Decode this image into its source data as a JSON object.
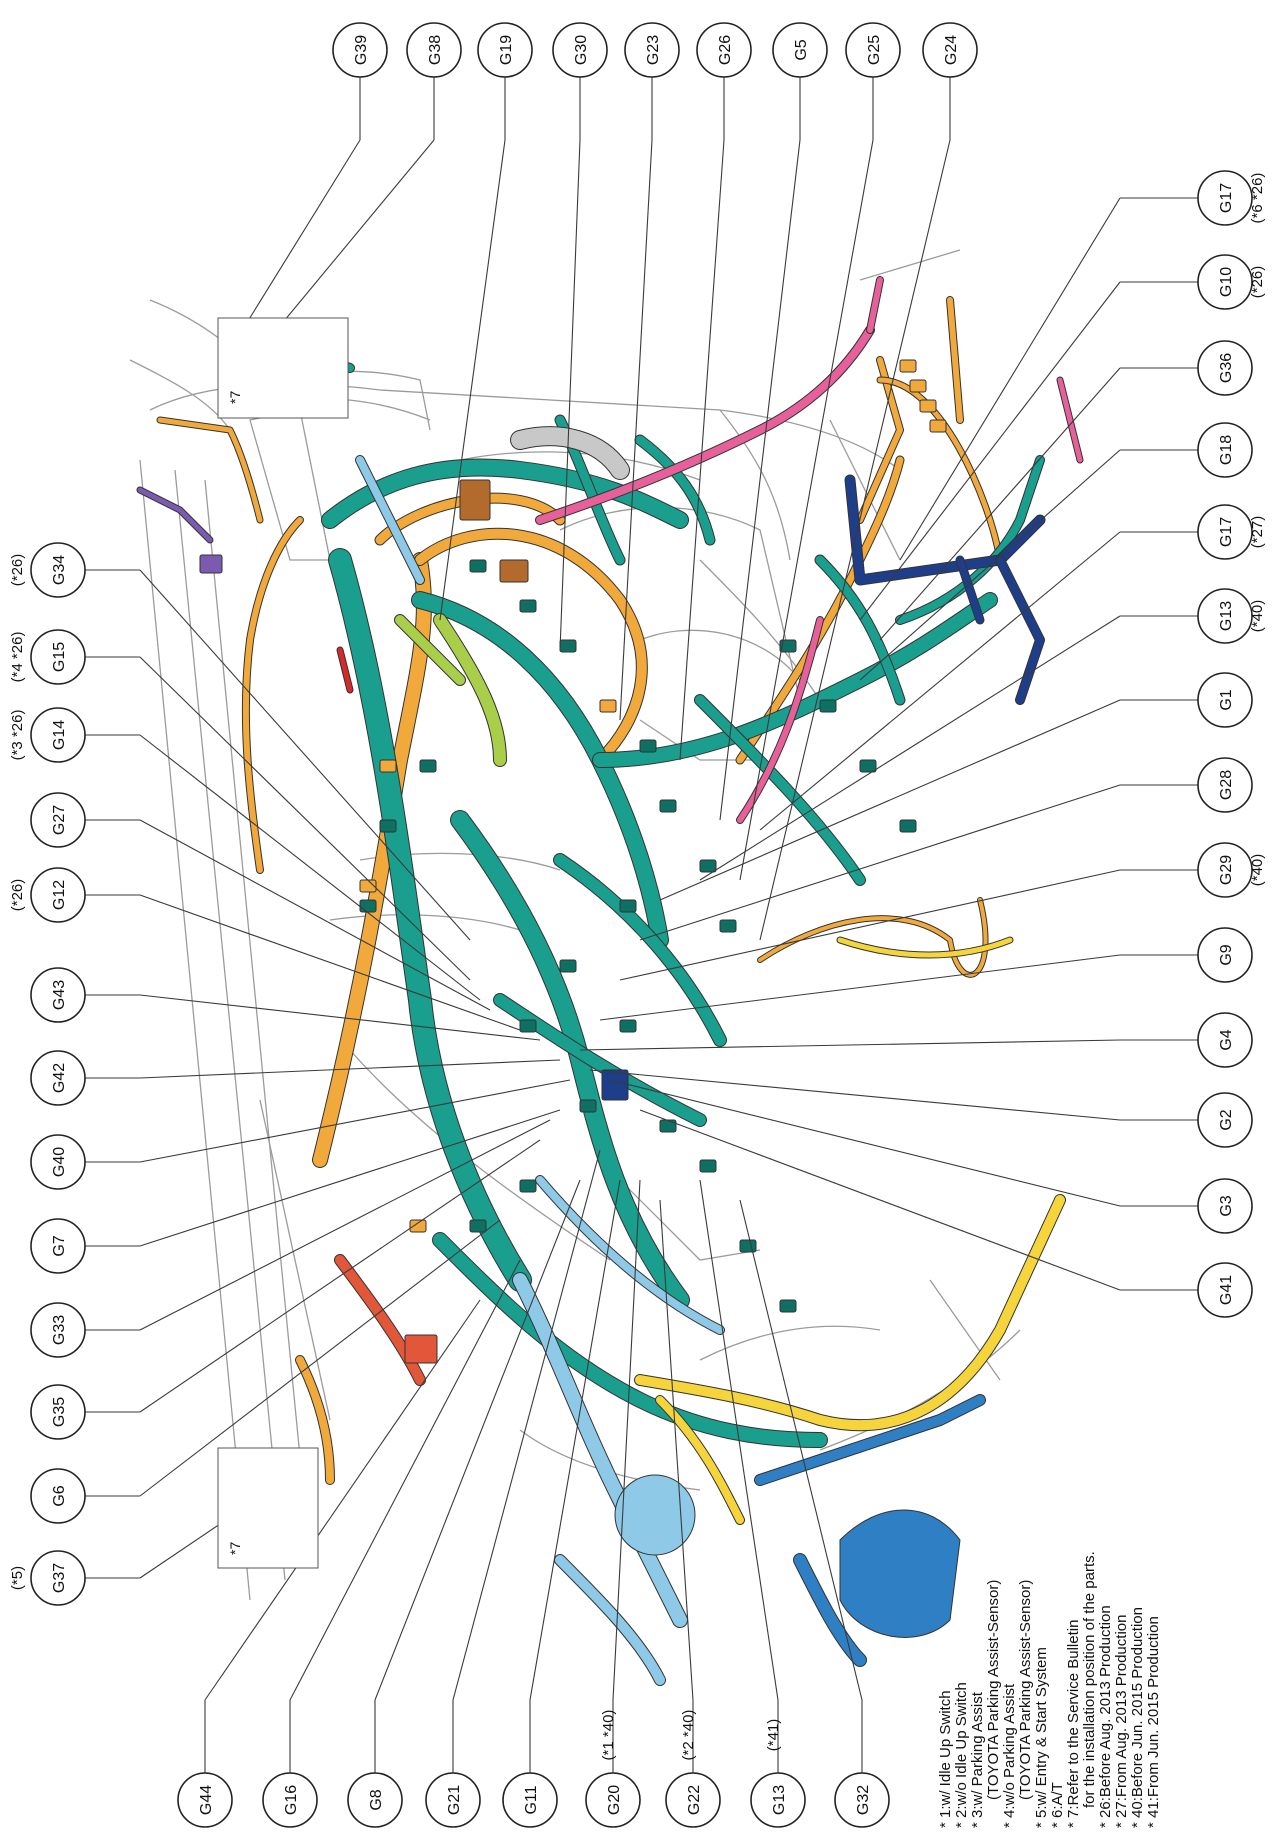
{
  "colors": {
    "background": "#ffffff",
    "outline": "#9b9b9b",
    "leader": "#3a3a3a",
    "teal": "#1a9e8e",
    "teal_dark": "#0e6f63",
    "orange": "#f2a93b",
    "pink": "#e8609a",
    "light_blue": "#8ecae8",
    "navy": "#1f3e8a",
    "mid_blue": "#2f7fc4",
    "yellow": "#f5d53b",
    "lime": "#a9cf4a",
    "red_orange": "#e2573a",
    "purple": "#7b5bb0",
    "gray": "#c8c8c8",
    "brown": "#b36a2d",
    "red": "#d42a2a"
  },
  "labels": {
    "top": [
      {
        "id": "G39",
        "note": ""
      },
      {
        "id": "G38",
        "note": ""
      },
      {
        "id": "G19",
        "note": ""
      },
      {
        "id": "G30",
        "note": ""
      },
      {
        "id": "G23",
        "note": ""
      },
      {
        "id": "G26",
        "note": ""
      },
      {
        "id": "G5",
        "note": ""
      },
      {
        "id": "G25",
        "note": ""
      },
      {
        "id": "G24",
        "note": ""
      }
    ],
    "right": [
      {
        "id": "G17",
        "note": "(*6 *26)"
      },
      {
        "id": "G10",
        "note": "(*26)"
      },
      {
        "id": "G36",
        "note": ""
      },
      {
        "id": "G18",
        "note": ""
      },
      {
        "id": "G17",
        "note": "(*27)"
      },
      {
        "id": "G13",
        "note": "(*40)"
      },
      {
        "id": "G1",
        "note": ""
      },
      {
        "id": "G28",
        "note": ""
      },
      {
        "id": "G29",
        "note": "(*40)"
      },
      {
        "id": "G9",
        "note": ""
      },
      {
        "id": "G4",
        "note": ""
      },
      {
        "id": "G2",
        "note": ""
      },
      {
        "id": "G3",
        "note": ""
      },
      {
        "id": "G41",
        "note": ""
      }
    ],
    "left": [
      {
        "id": "G34",
        "note": "(*26)"
      },
      {
        "id": "G15",
        "note": "(*4 *26)"
      },
      {
        "id": "G14",
        "note": "(*3 *26)"
      },
      {
        "id": "G27",
        "note": ""
      },
      {
        "id": "G12",
        "note": "(*26)"
      },
      {
        "id": "G43",
        "note": ""
      },
      {
        "id": "G42",
        "note": ""
      },
      {
        "id": "G40",
        "note": ""
      },
      {
        "id": "G7",
        "note": ""
      },
      {
        "id": "G33",
        "note": ""
      },
      {
        "id": "G35",
        "note": ""
      },
      {
        "id": "G6",
        "note": ""
      },
      {
        "id": "G37",
        "note": "(*5)"
      }
    ],
    "bottom": [
      {
        "id": "G44",
        "note": ""
      },
      {
        "id": "G16",
        "note": ""
      },
      {
        "id": "G8",
        "note": ""
      },
      {
        "id": "G21",
        "note": ""
      },
      {
        "id": "G11",
        "note": ""
      },
      {
        "id": "G20",
        "note": "(*1 *40)"
      },
      {
        "id": "G22",
        "note": "(*2 *40)"
      },
      {
        "id": "G13",
        "note": "(*41)"
      },
      {
        "id": "G32",
        "note": ""
      }
    ]
  },
  "insets": {
    "upper_note": "*7",
    "lower_note": "*7"
  },
  "legend": [
    "* 1:w/ Idle Up Switch",
    "* 2:w/o Idle Up Switch",
    "* 3:w/ Parking Assist",
    "(TOYOTA Parking Assist-Sensor)",
    "* 4:w/o Parking Assist",
    "(TOYOTA Parking Assist-Sensor)",
    "* 5:w/ Entry & Start System",
    "* 6:A/T",
    "* 7:Refer to the Service Bulletin",
    "for the installation position of the parts.",
    "* 26:Before Aug. 2013 Production",
    "* 27:From Aug. 2013 Production",
    "* 40:Before Jun. 2015 Production",
    "* 41:From Jun. 2015 Production"
  ]
}
